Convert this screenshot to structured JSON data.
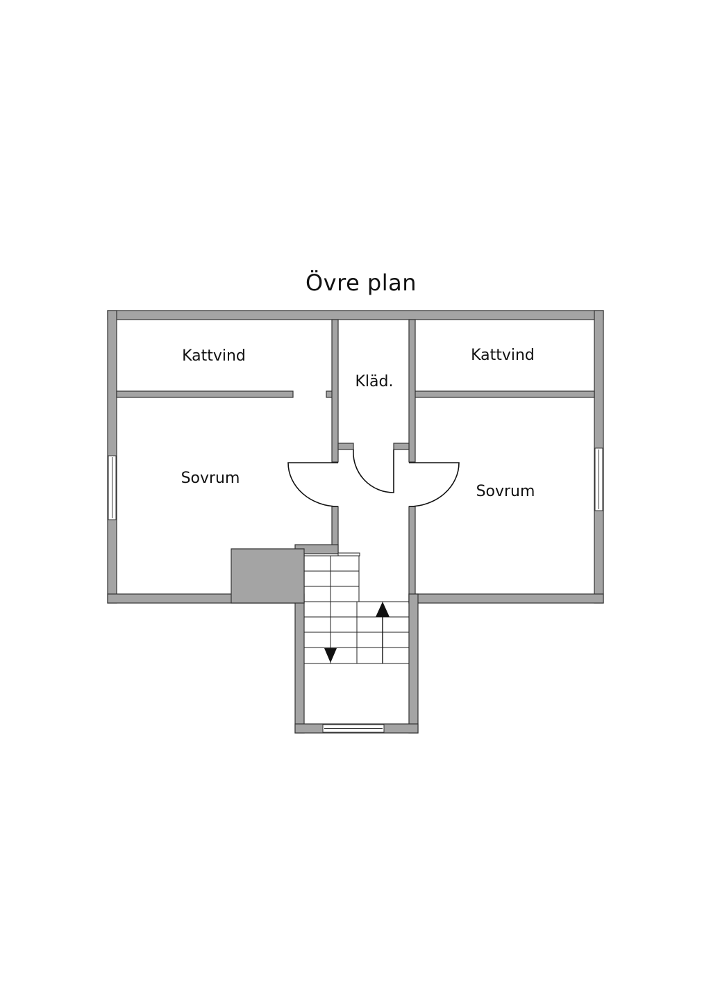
{
  "title": "Övre plan",
  "rooms": {
    "kattvind_left": "Kattvind",
    "klad": "Kläd.",
    "kattvind_right": "Kattvind",
    "sovrum_left": "Sovrum",
    "sovrum_right": "Sovrum"
  },
  "colors": {
    "wall": "#a4a4a4",
    "stroke": "#333333",
    "line": "#111111"
  }
}
